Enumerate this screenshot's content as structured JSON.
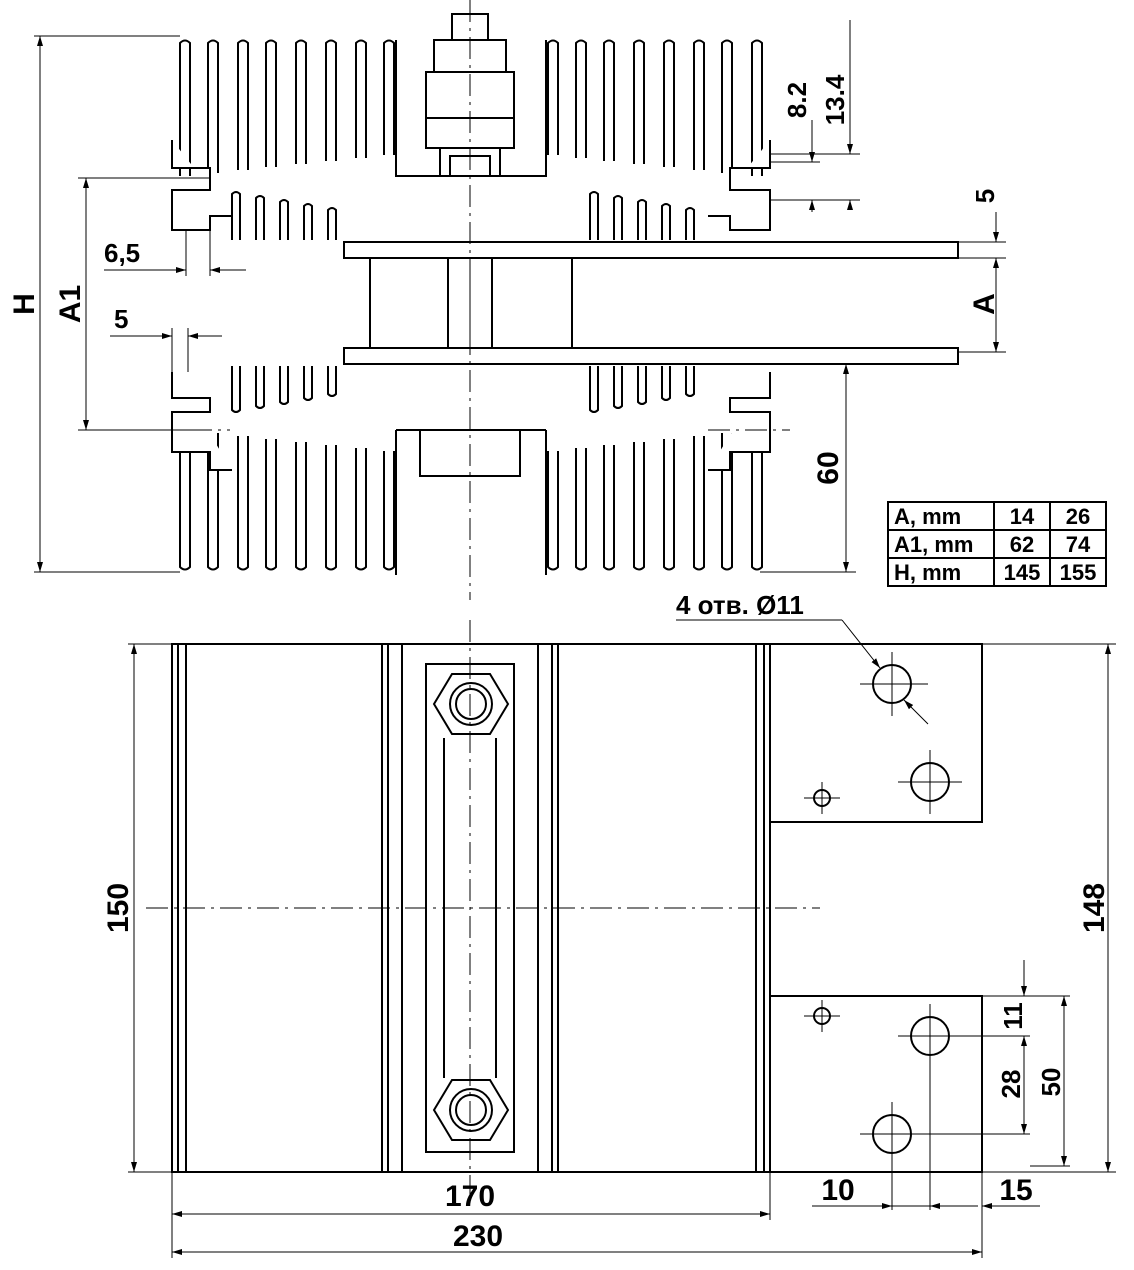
{
  "dimensions": {
    "h": "H",
    "a1": "A1",
    "a": "A",
    "d_6_5": "6,5",
    "d_5_left": "5",
    "d_5_right": "5",
    "d_8_2": "8.2",
    "d_13_4": "13.4",
    "d_60": "60",
    "d_150": "150",
    "d_148": "148",
    "d_170": "170",
    "d_230": "230",
    "d_10": "10",
    "d_15": "15",
    "d_11": "11",
    "d_28": "28",
    "d_50": "50",
    "holes": "4 отв. Ø11"
  },
  "table": {
    "rows": [
      [
        "A, mm",
        "14",
        "26"
      ],
      [
        "A1, mm",
        "62",
        "74"
      ],
      [
        "H, mm",
        "145",
        "155"
      ]
    ]
  }
}
